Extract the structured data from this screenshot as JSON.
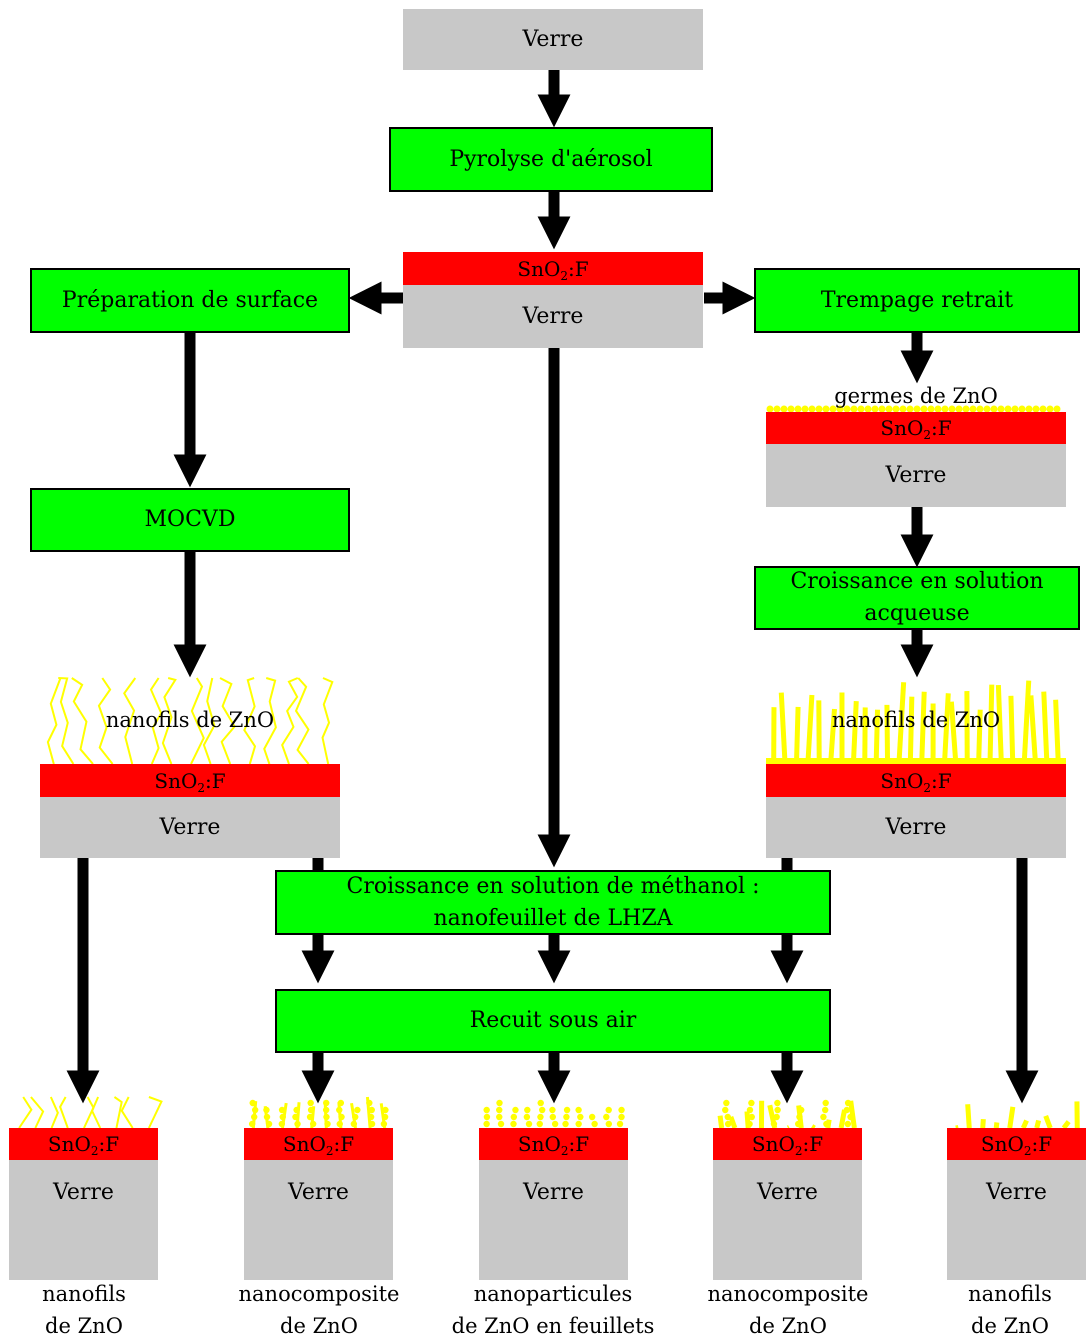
{
  "layers": {
    "glass": "Verre",
    "sno2_main": "SnO",
    "sno2_sub": "2",
    "sno2_tail": ":F"
  },
  "steps": {
    "pyrolyse": "Pyrolyse d'aérosol",
    "preparation": "Préparation de surface",
    "trempage": "Trempage retrait",
    "mocvd": "MOCVD",
    "croissance_aq_1": "Croissance en solution",
    "croissance_aq_2": "acqueuse",
    "methanol_1": "Croissance en solution de méthanol :",
    "methanol_2": "nanofeuillet de LHZA",
    "recuit": "Recuit sous air"
  },
  "labels": {
    "germes": "germes de ZnO",
    "nanofils_left": "nanofils de ZnO",
    "nanofils_right": "nanofils de ZnO"
  },
  "outputs": [
    {
      "line1": "nanofils",
      "line2": "de ZnO"
    },
    {
      "line1": "nanocomposite",
      "line2": "de ZnO"
    },
    {
      "line1": "nanoparticules",
      "line2": "de ZnO en feuillets"
    },
    {
      "line1": "nanocomposite",
      "line2": "de ZnO"
    },
    {
      "line1": "nanofils",
      "line2": "de ZnO"
    }
  ],
  "colors": {
    "process_box": "#00ff00",
    "sno2_layer": "#ff0000",
    "glass_layer": "#c8c8c8",
    "zno_structure": "#ffff00",
    "arrow": "#000000"
  }
}
